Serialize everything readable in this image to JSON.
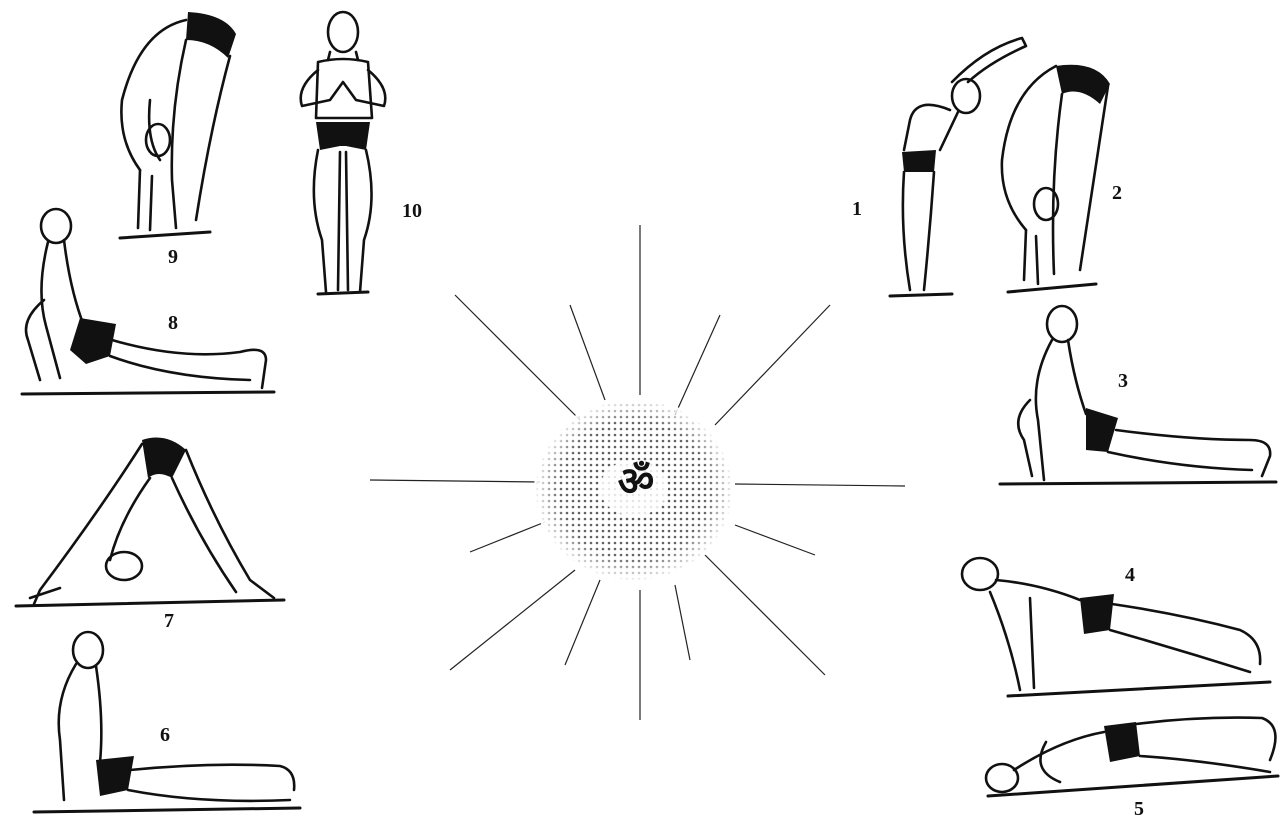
{
  "center_symbol": "ॐ",
  "pose_numbers": {
    "p1": "1",
    "p2": "2",
    "p3": "3",
    "p4": "4",
    "p5": "5",
    "p6": "6",
    "p7": "7",
    "p8": "8",
    "p9": "9",
    "p10": "10"
  },
  "colors": {
    "ink": "#111111",
    "background": "#ffffff"
  }
}
